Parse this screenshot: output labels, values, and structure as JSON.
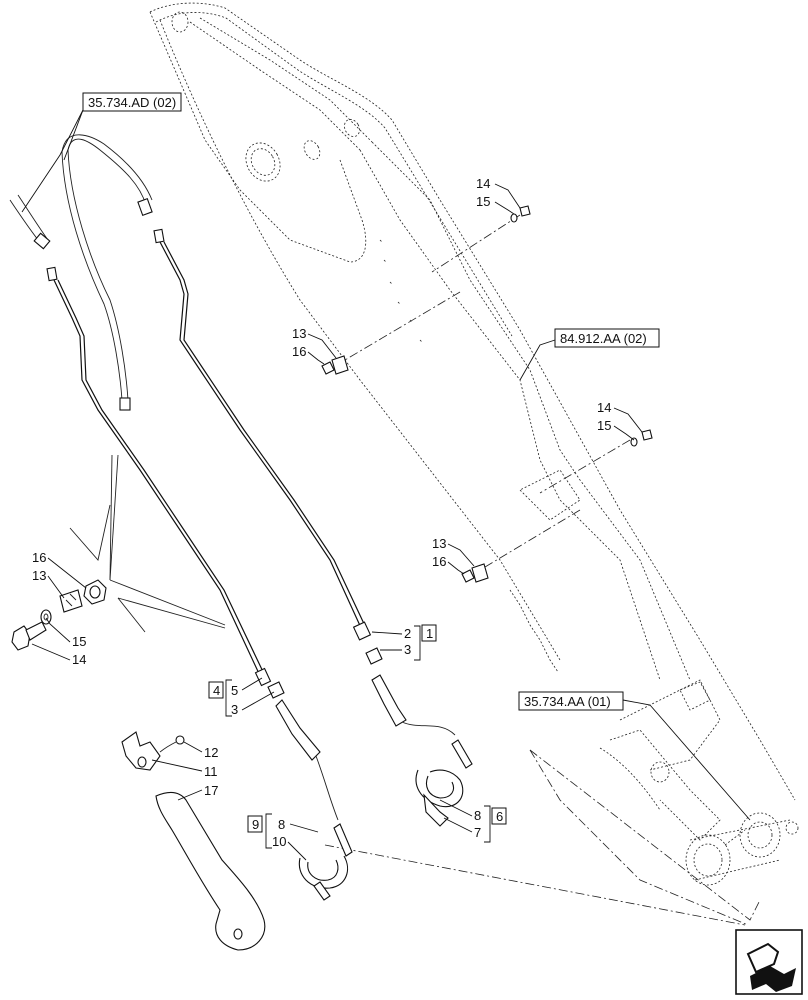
{
  "references": {
    "hose_ref": "35.734.AD (02)",
    "boom_ref": "84.912.AA (02)",
    "cylinder_ref": "35.734.AA (01)"
  },
  "callouts": {
    "c14a": "14",
    "c15a": "15",
    "c13a": "13",
    "c16a": "16",
    "c14b": "14",
    "c15b": "15",
    "c13b": "13",
    "c16b": "16",
    "c2": "2",
    "c3a": "3",
    "box1": "1",
    "box4": "4",
    "c5": "5",
    "c3b": "3",
    "c16c": "16",
    "c13c": "13",
    "c15c": "15",
    "c14c": "14",
    "c12": "12",
    "c11": "11",
    "c17": "17",
    "c8a": "8",
    "c7": "7",
    "box6": "6",
    "box9": "9",
    "c8b": "8",
    "c10": "10"
  },
  "nav_icon": "next-page-arrow-icon"
}
